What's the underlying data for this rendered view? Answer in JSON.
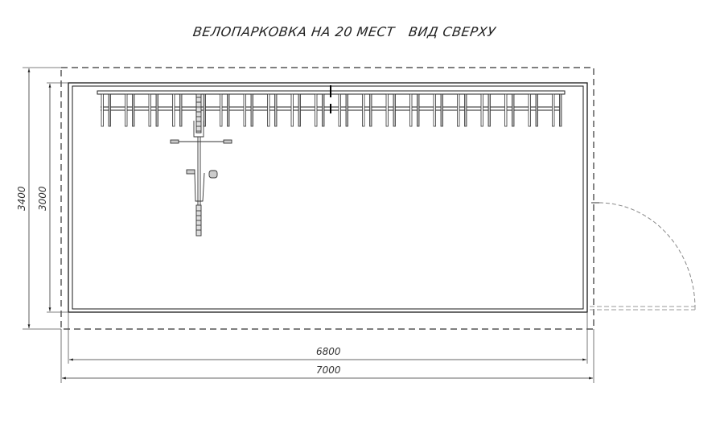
{
  "title": {
    "main": "ВЕЛОПАРКОВКА НА 20 МЕСТ",
    "view": "ВИД СВЕРХУ"
  },
  "dimensions": {
    "outer_height": "3400",
    "inner_height": "3000",
    "inner_width": "6800",
    "outer_width": "7000"
  },
  "rack": {
    "places": 20,
    "bikes_shown": 1
  },
  "colors": {
    "line": "#1a1a1a",
    "thin": "#555555",
    "dashed": "#333333",
    "door": "#888888"
  }
}
